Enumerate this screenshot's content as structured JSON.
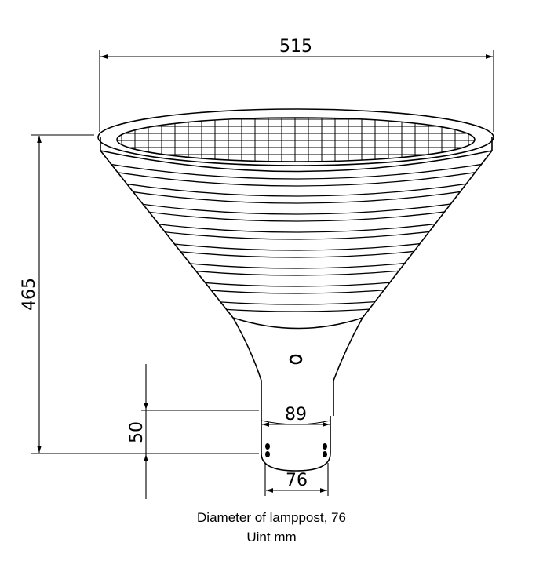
{
  "dimensions": {
    "top_width": "515",
    "height": "465",
    "neck_length": "50",
    "neck_width": "89",
    "post_diameter": "76"
  },
  "caption": {
    "line1": "Diameter of lamppost, 76",
    "line2": "Uint mm"
  }
}
